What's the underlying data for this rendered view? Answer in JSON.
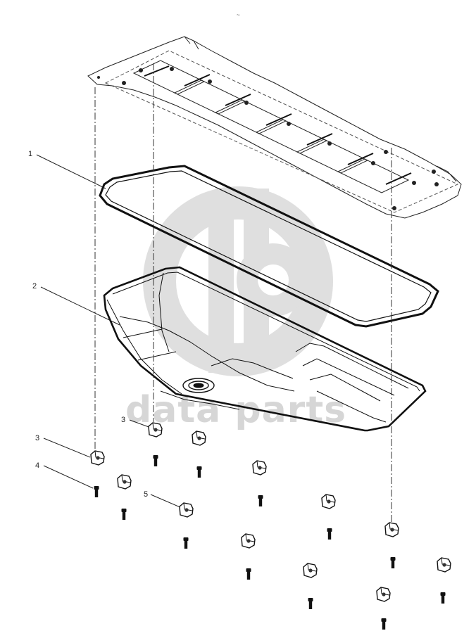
{
  "top_mark": "~",
  "watermark": {
    "text": "data parts",
    "logo": "dp-logo-icon"
  },
  "callouts": [
    {
      "number": "1",
      "part": "gasket"
    },
    {
      "number": "2",
      "part": "oil-pan"
    },
    {
      "number": "3",
      "part": "nut"
    },
    {
      "number": "3",
      "part": "nut"
    },
    {
      "number": "4",
      "part": "bolt"
    },
    {
      "number": "5",
      "part": "nut"
    }
  ]
}
